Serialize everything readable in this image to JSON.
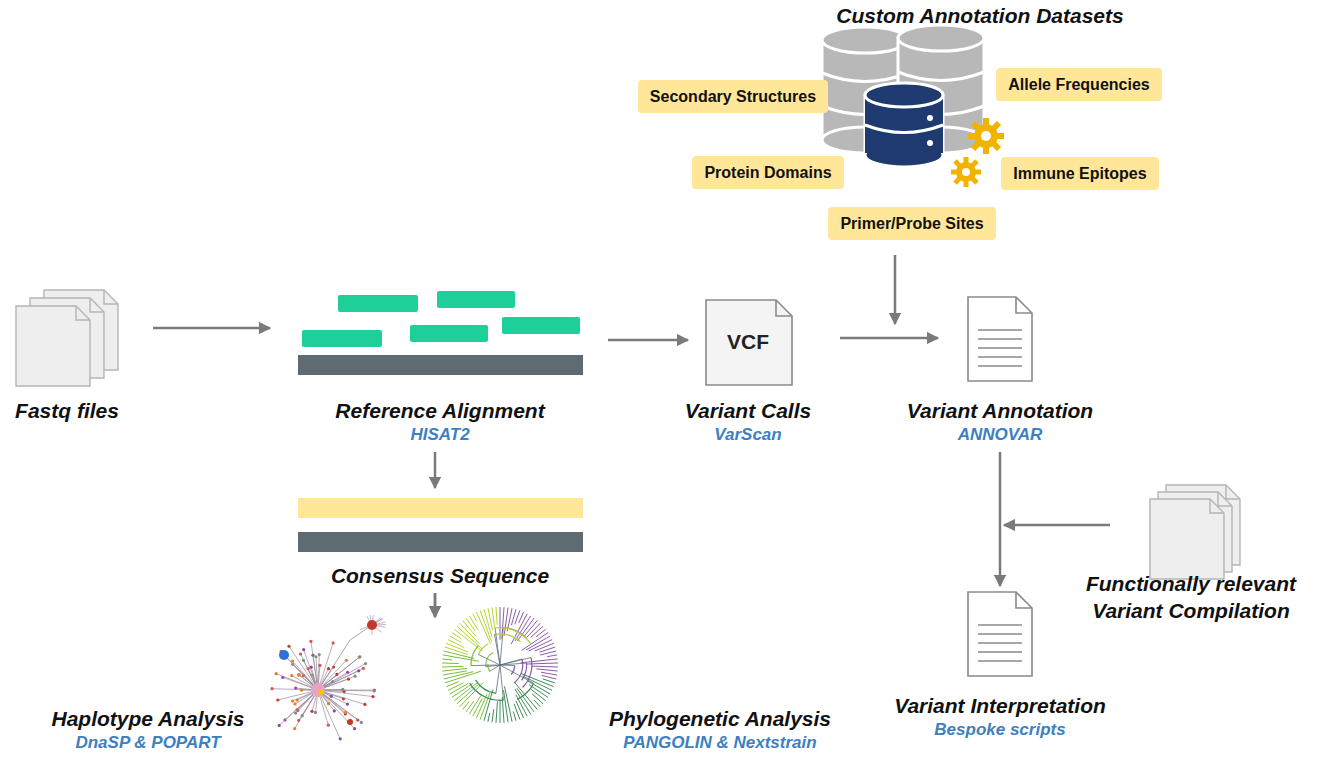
{
  "diagram": {
    "nodes": [
      {
        "text": [
          "Fastq files"
        ]
      },
      {
        "text": [
          "Reference Alignment",
          "HISAT2"
        ]
      },
      {
        "text": [
          "VCF",
          "Variant Calls",
          "VarScan"
        ]
      },
      {
        "text": [
          "Variant Annotation",
          "ANNOVAR"
        ]
      },
      {
        "text": [
          "Custom Annotation Datasets"
        ]
      },
      {
        "text": [
          "Secondary Structures"
        ],
        "in": 4
      },
      {
        "text": [
          "Allele Frequencies"
        ],
        "in": 4
      },
      {
        "text": [
          "Protein Domains"
        ],
        "in": 4
      },
      {
        "text": [
          "Immune Epitopes"
        ],
        "in": 4
      },
      {
        "text": [
          "Primer/Probe Sites"
        ],
        "in": 4
      },
      {
        "text": [
          "Consensus Sequence"
        ]
      },
      {
        "text": [
          "Haplotype Analysis",
          "DnaSP & POPART"
        ]
      },
      {
        "text": [
          "Phylogenetic Analysis",
          "PANGOLIN & Nextstrain"
        ]
      },
      {
        "text": [
          "Functionally relevant Variant Compilation"
        ]
      },
      {
        "text": [
          "Variant Interpretation",
          "Bespoke scripts"
        ]
      }
    ],
    "edges": [
      {
        "from": 0,
        "to": 1,
        "arrow": "to"
      },
      {
        "from": 1,
        "to": 2,
        "arrow": "to"
      },
      {
        "from": 2,
        "to": 3,
        "arrow": "to"
      },
      {
        "from": 4,
        "to": 3,
        "arrow": "to"
      },
      {
        "from": 1,
        "to": 10,
        "arrow": "to"
      },
      {
        "from": 10,
        "to": 11,
        "arrow": "to"
      },
      {
        "from": 10,
        "to": 12,
        "arrow": "to"
      },
      {
        "from": 3,
        "to": 14,
        "arrow": "to"
      },
      {
        "from": 13,
        "to": 14,
        "arrow": "to"
      }
    ]
  }
}
